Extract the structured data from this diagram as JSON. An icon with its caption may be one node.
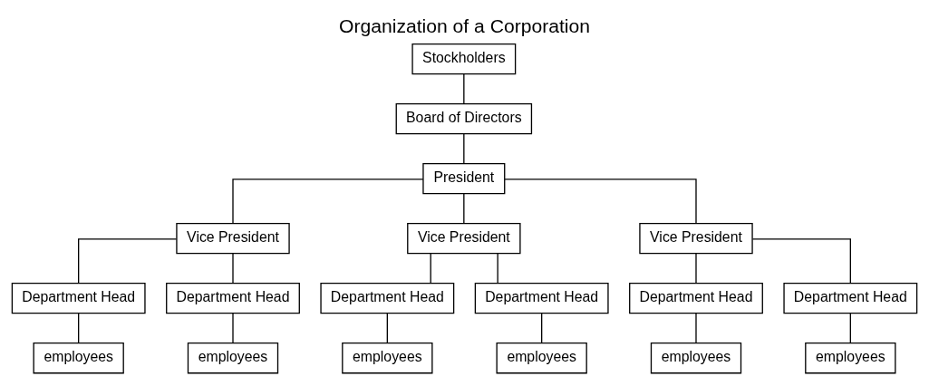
{
  "diagram": {
    "title": "Organization of a Corporation",
    "nodes": [
      {
        "text": [
          "Stockholders"
        ]
      },
      {
        "text": [
          "Board of Directors"
        ]
      },
      {
        "text": [
          "President"
        ]
      },
      {
        "text": [
          "Vice President"
        ]
      },
      {
        "text": [
          "Vice President"
        ]
      },
      {
        "text": [
          "Vice President"
        ]
      },
      {
        "text": [
          "Department Head"
        ]
      },
      {
        "text": [
          "Department Head"
        ]
      },
      {
        "text": [
          "Department Head"
        ]
      },
      {
        "text": [
          "Department Head"
        ]
      },
      {
        "text": [
          "Department Head"
        ]
      },
      {
        "text": [
          "Department Head"
        ]
      },
      {
        "text": [
          "employees"
        ]
      },
      {
        "text": [
          "employees"
        ]
      },
      {
        "text": [
          "employees"
        ]
      },
      {
        "text": [
          "employees"
        ]
      },
      {
        "text": [
          "employees"
        ]
      },
      {
        "text": [
          "employees"
        ]
      }
    ],
    "edges": [
      {
        "from": 0,
        "to": 1,
        "arrow": "none"
      },
      {
        "from": 1,
        "to": 2,
        "arrow": "none"
      },
      {
        "from": 2,
        "to": 3,
        "arrow": "none"
      },
      {
        "from": 2,
        "to": 4,
        "arrow": "none"
      },
      {
        "from": 2,
        "to": 5,
        "arrow": "none"
      },
      {
        "from": 3,
        "to": 6,
        "arrow": "none"
      },
      {
        "from": 3,
        "to": 7,
        "arrow": "none"
      },
      {
        "from": 4,
        "to": 8,
        "arrow": "none"
      },
      {
        "from": 4,
        "to": 9,
        "arrow": "none"
      },
      {
        "from": 5,
        "to": 10,
        "arrow": "none"
      },
      {
        "from": 5,
        "to": 11,
        "arrow": "none"
      },
      {
        "from": 6,
        "to": 12,
        "arrow": "none"
      },
      {
        "from": 7,
        "to": 13,
        "arrow": "none"
      },
      {
        "from": 8,
        "to": 14,
        "arrow": "none"
      },
      {
        "from": 9,
        "to": 15,
        "arrow": "none"
      },
      {
        "from": 10,
        "to": 16,
        "arrow": "none"
      },
      {
        "from": 11,
        "to": 17,
        "arrow": "none"
      }
    ]
  }
}
